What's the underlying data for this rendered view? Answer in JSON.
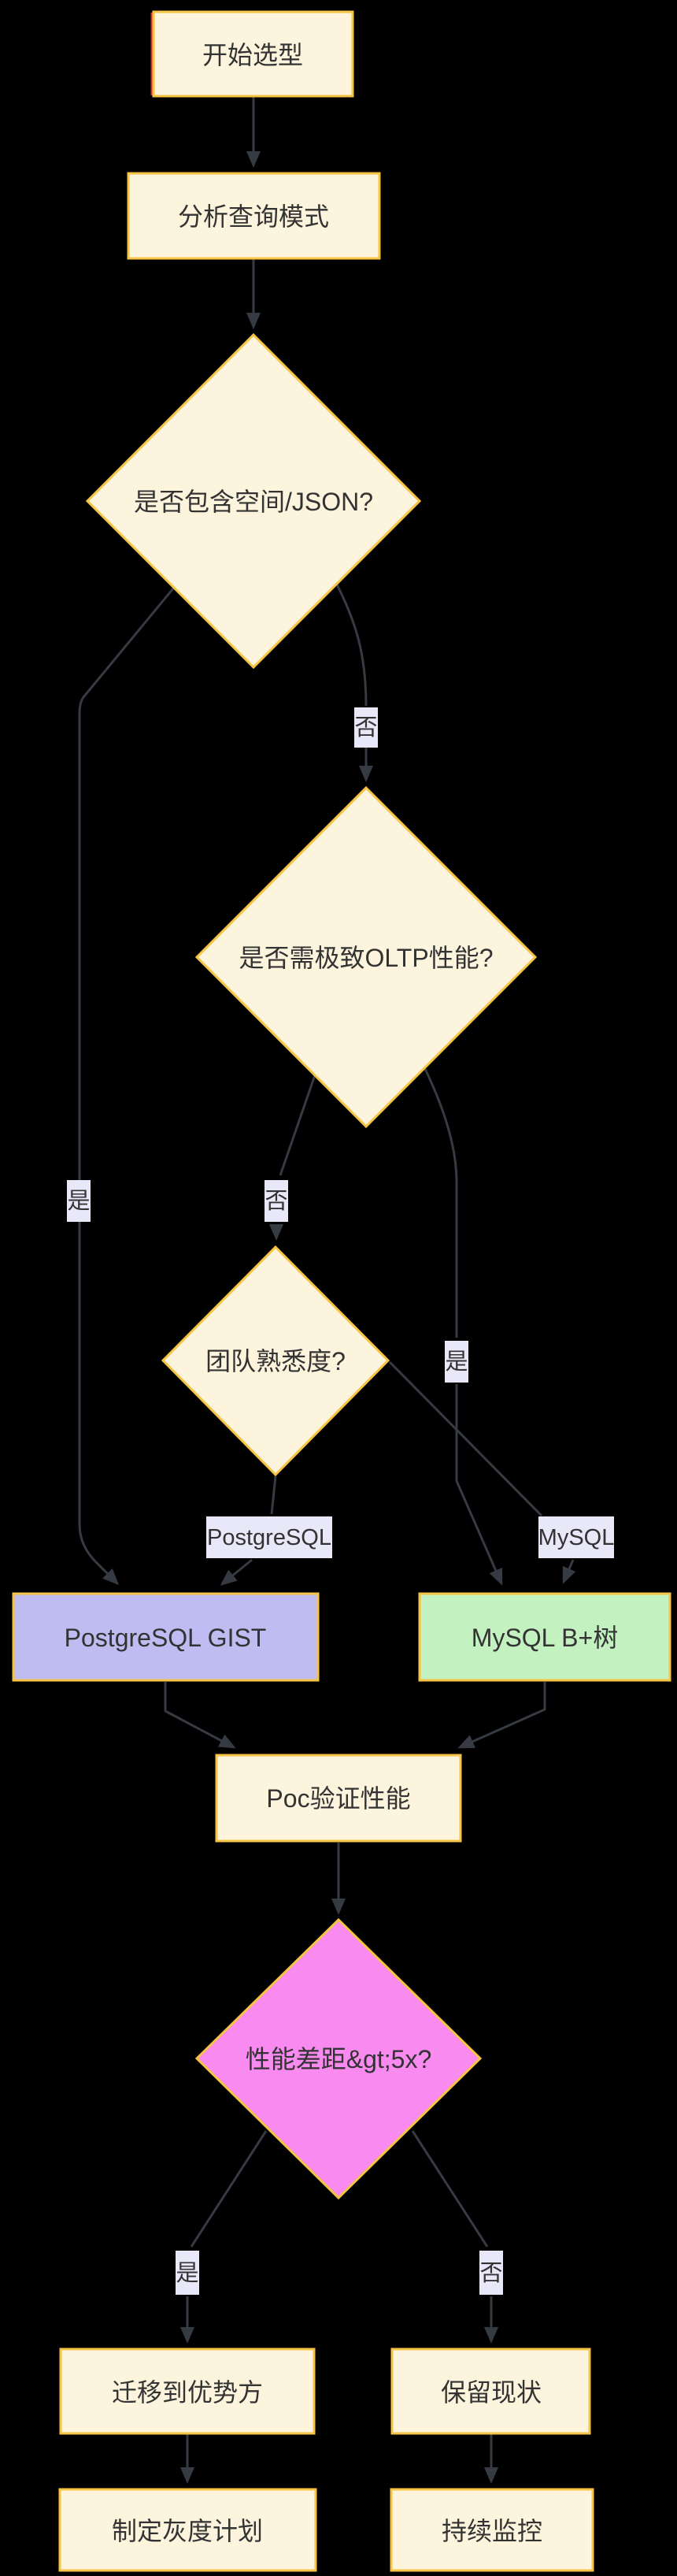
{
  "diagram": {
    "type": "flowchart",
    "background": "#000000",
    "colors": {
      "node_fill": "#FCF4DC",
      "node_border": "#F6C343",
      "edge_line": "#363A42",
      "edge_label_bg": "#E8E8F8",
      "text": "#333333",
      "pg_node_fill": "#BFBCF1",
      "mysql_node_fill": "#C3F2C0",
      "gap_diamond_fill": "#F98BF0",
      "start_accent_red": "#D2342A"
    },
    "nodes": {
      "start": {
        "label": "开始选型",
        "shape": "rect"
      },
      "analyze": {
        "label": "分析查询模式",
        "shape": "rect"
      },
      "d_spatial": {
        "label": "是否包含空间/JSON?",
        "shape": "diamond"
      },
      "d_oltp": {
        "label": "是否需极致OLTP性能?",
        "shape": "diamond"
      },
      "d_team": {
        "label": "团队熟悉度?",
        "shape": "diamond"
      },
      "pg": {
        "label": "PostgreSQL GIST",
        "shape": "rect"
      },
      "mysql": {
        "label": "MySQL B+树",
        "shape": "rect"
      },
      "poc": {
        "label": "Poc验证性能",
        "shape": "rect"
      },
      "d_gap": {
        "label": "性能差距&gt;5x?",
        "shape": "diamond"
      },
      "migrate": {
        "label": "迁移到优势方",
        "shape": "rect"
      },
      "keep": {
        "label": "保留现状",
        "shape": "rect"
      },
      "gray": {
        "label": "制定灰度计划",
        "shape": "rect"
      },
      "monitor": {
        "label": "持续监控",
        "shape": "rect"
      }
    },
    "edges": [
      {
        "from": "start",
        "to": "analyze",
        "label": ""
      },
      {
        "from": "analyze",
        "to": "d_spatial",
        "label": ""
      },
      {
        "from": "d_spatial",
        "to": "d_oltp",
        "label": "否"
      },
      {
        "from": "d_spatial",
        "to": "pg",
        "label": "是"
      },
      {
        "from": "d_oltp",
        "to": "d_team",
        "label": "否"
      },
      {
        "from": "d_oltp",
        "to": "mysql",
        "label": "是"
      },
      {
        "from": "d_team",
        "to": "pg",
        "label": "PostgreSQL"
      },
      {
        "from": "d_team",
        "to": "mysql",
        "label": "MySQL"
      },
      {
        "from": "pg",
        "to": "poc",
        "label": ""
      },
      {
        "from": "mysql",
        "to": "poc",
        "label": ""
      },
      {
        "from": "poc",
        "to": "d_gap",
        "label": ""
      },
      {
        "from": "d_gap",
        "to": "migrate",
        "label": "是"
      },
      {
        "from": "d_gap",
        "to": "keep",
        "label": "否"
      },
      {
        "from": "migrate",
        "to": "gray",
        "label": ""
      },
      {
        "from": "keep",
        "to": "monitor",
        "label": ""
      }
    ]
  }
}
